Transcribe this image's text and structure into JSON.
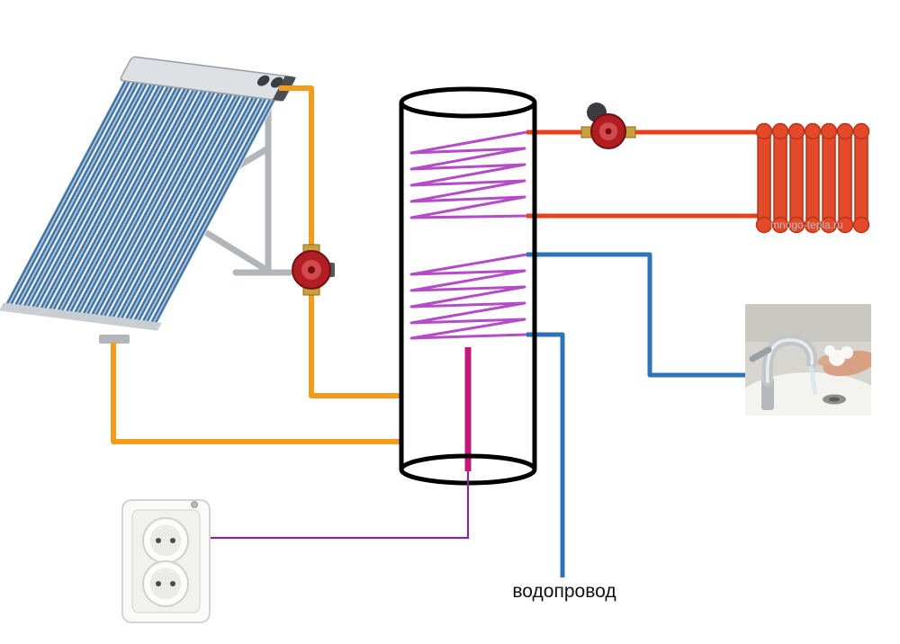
{
  "labels": {
    "water_supply": "водопровод",
    "watermark": "mnogo-tepla.ru"
  },
  "colors": {
    "solar_loop": "#F39C1A",
    "heating_loop": "#E8401C",
    "dhw_loop": "#2E73B8",
    "coil": "#B44CC8",
    "heater_element": "#C2187C",
    "element_wire": "#7B2F94",
    "pump_body": "#B01E24",
    "pump_fitting": "#C9A13B",
    "radiator": "#E34A2A",
    "tank_outline": "#000000",
    "collector_tube": "#3F6F9E"
  },
  "components": [
    "solar-collector",
    "solar-pump",
    "storage-tank",
    "heating-coil-upper",
    "dhw-coil-lower",
    "electric-heating-element",
    "heating-pump",
    "radiator",
    "faucet",
    "power-socket"
  ]
}
